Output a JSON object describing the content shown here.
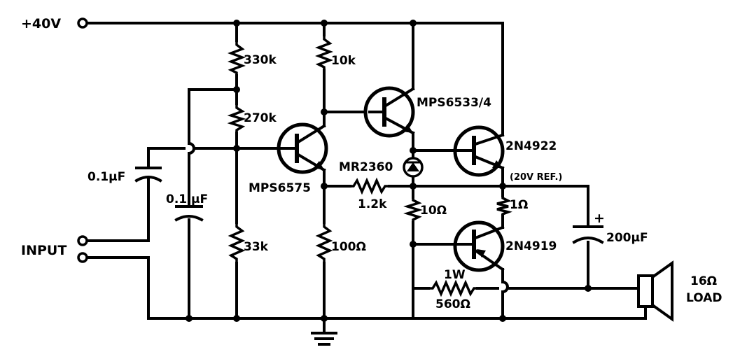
{
  "supply": {
    "label": "+40V"
  },
  "input": {
    "label": "INPUT"
  },
  "load": {
    "label_top": "16Ω",
    "label_bottom": "LOAD"
  },
  "resistors": {
    "r330k": "330k",
    "r270k": "270k",
    "r33k": "33k",
    "r10k": "10k",
    "r100": "100Ω",
    "r1_2k": "1.2k",
    "r10": "10Ω",
    "r1": "1Ω",
    "r560_power": "1W",
    "r560": "560Ω"
  },
  "capacitors": {
    "c_in": "0.1μF",
    "c_bypass": "0.1 μF",
    "c_out": "200μF",
    "c_out_polarity": "+"
  },
  "transistors": {
    "q1": "MPS6575",
    "q2": "MPS6533/4",
    "q3": "2N4922",
    "q4": "2N4919"
  },
  "diode": {
    "label": "MR2360"
  },
  "reference": {
    "label": "(20V REF.)"
  }
}
